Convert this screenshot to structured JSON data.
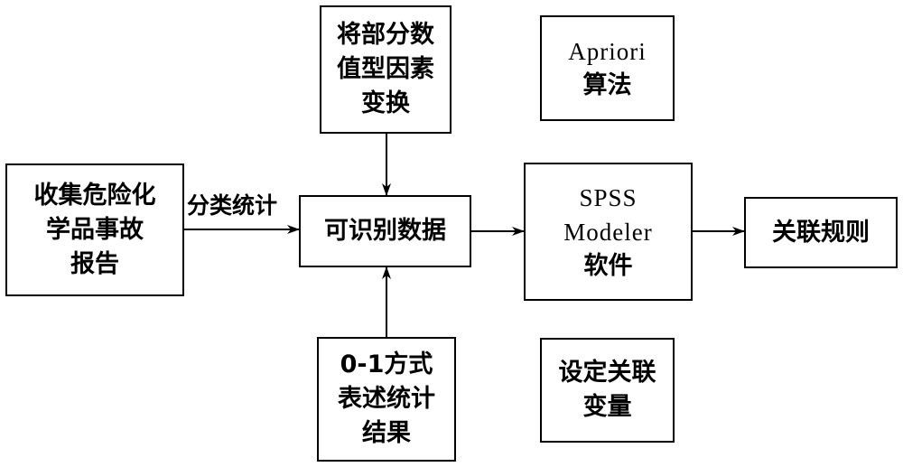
{
  "diagram": {
    "nodes": {
      "collect": {
        "lines": [
          "收集危险化",
          "学品事故",
          "报告"
        ]
      },
      "transform": {
        "lines": [
          "将部分数",
          "值型因素",
          "变换"
        ]
      },
      "apriori": {
        "line1": "Apriori",
        "line2": "算法"
      },
      "recognizable": {
        "lines": [
          "可识别数据"
        ]
      },
      "spss": {
        "line1": "SPSS",
        "line2": "Modeler",
        "line3": "软件"
      },
      "rules": {
        "lines": [
          "关联规则"
        ]
      },
      "binary": {
        "line1": "0-1方式",
        "line2": "表述统计",
        "line3": "结果"
      },
      "variables": {
        "lines": [
          "设定关联",
          "变量"
        ]
      }
    },
    "edges": [
      {
        "from": "collect",
        "to": "recognizable",
        "label": "分类统计"
      },
      {
        "from": "transform",
        "to": "recognizable"
      },
      {
        "from": "binary",
        "to": "recognizable"
      },
      {
        "from": "recognizable",
        "to": "spss"
      },
      {
        "from": "spss",
        "to": "rules"
      }
    ]
  }
}
